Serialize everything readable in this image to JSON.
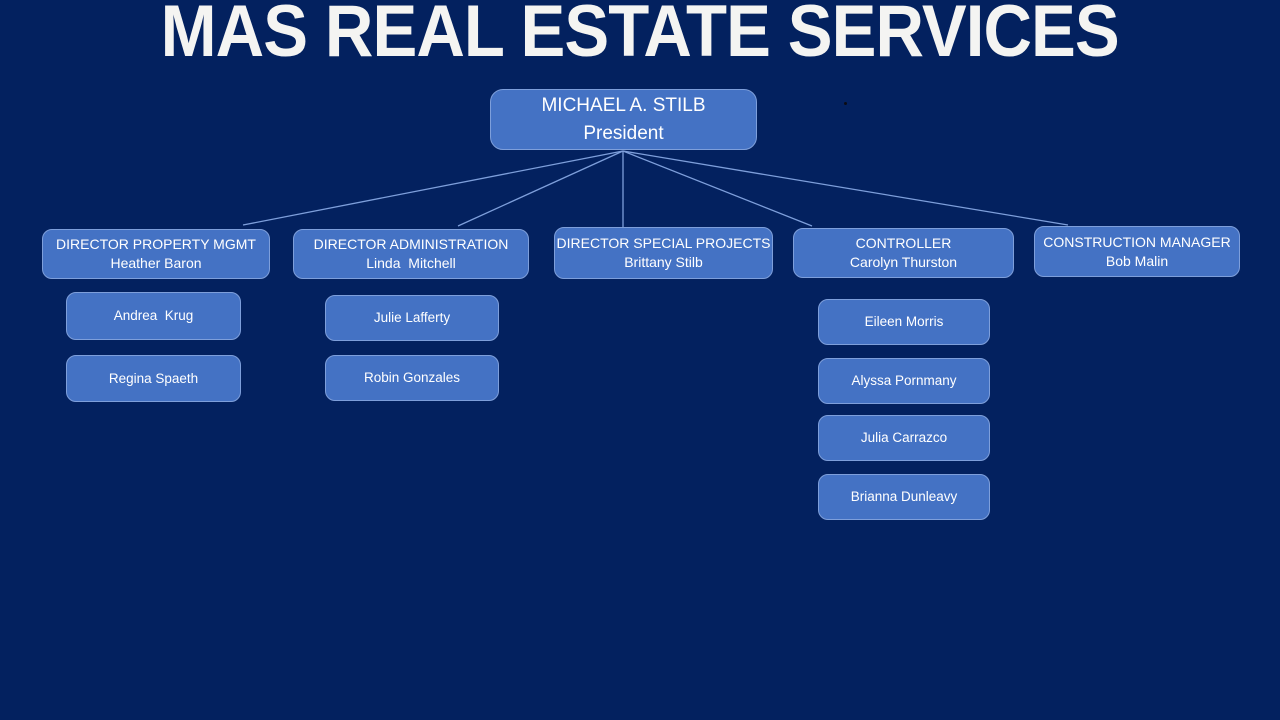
{
  "title": "MAS REAL ESTATE SERVICES",
  "colors": {
    "background": "#03215F",
    "node_fill": "#4472C4",
    "node_border": "#7E9FDB",
    "connector": "#7E9FDB",
    "title_text": "#F4F4F2",
    "node_text": "#FFFFFF"
  },
  "org": {
    "president": {
      "name": "MICHAEL A. STILB",
      "title": "President"
    },
    "departments": [
      {
        "role": "DIRECTOR PROPERTY MGMT",
        "person": "Heather Baron",
        "reports": [
          "Andrea  Krug",
          "Regina Spaeth"
        ]
      },
      {
        "role": "DIRECTOR ADMINISTRATION",
        "person": "Linda  Mitchell",
        "reports": [
          "Julie Lafferty",
          "Robin Gonzales"
        ]
      },
      {
        "role": "DIRECTOR SPECIAL PROJECTS",
        "person": "Brittany Stilb",
        "reports": []
      },
      {
        "role": "CONTROLLER",
        "person": "Carolyn Thurston",
        "reports": [
          "Eileen Morris",
          "Alyssa Pornmany",
          "Julia Carrazco",
          "Brianna Dunleavy"
        ]
      },
      {
        "role": "CONSTRUCTION MANAGER",
        "person": "Bob Malin",
        "reports": []
      }
    ]
  }
}
